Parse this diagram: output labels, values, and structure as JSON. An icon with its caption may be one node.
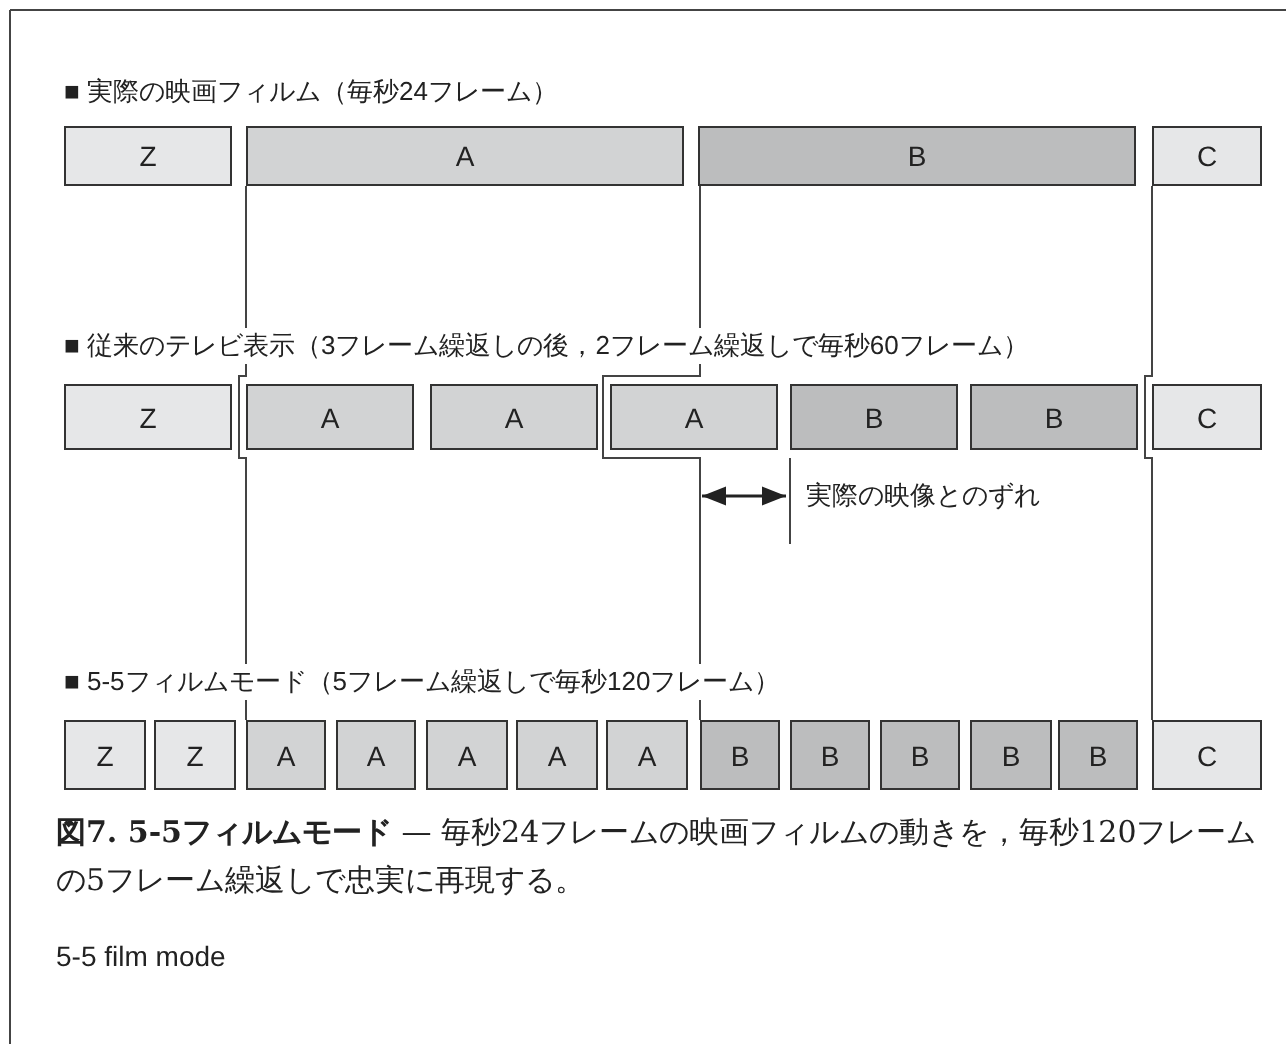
{
  "diagram": {
    "caption": "**図7.  5-5フィルムモード** — 毎秒24フレームの映画フィルムの動きを，毎秒120フレームの5フレーム繰返しで忠実に再現する。",
    "nodes": [
      {
        "text": [
          "Z"
        ]
      },
      {
        "text": [
          "A"
        ]
      },
      {
        "text": [
          "B"
        ]
      },
      {
        "text": [
          "C"
        ]
      },
      {
        "text": [
          "Z"
        ]
      },
      {
        "text": [
          "A"
        ]
      },
      {
        "text": [
          "A"
        ]
      },
      {
        "text": [
          "A"
        ]
      },
      {
        "text": [
          "B"
        ]
      },
      {
        "text": [
          "B"
        ]
      },
      {
        "text": [
          "C"
        ]
      },
      {
        "text": [
          "Z"
        ]
      },
      {
        "text": [
          "Z"
        ]
      },
      {
        "text": [
          "A"
        ]
      },
      {
        "text": [
          "A"
        ]
      },
      {
        "text": [
          "A"
        ]
      },
      {
        "text": [
          "A"
        ]
      },
      {
        "text": [
          "A"
        ]
      },
      {
        "text": [
          "B"
        ]
      },
      {
        "text": [
          "B"
        ]
      },
      {
        "text": [
          "B"
        ]
      },
      {
        "text": [
          "B"
        ]
      },
      {
        "text": [
          "B"
        ]
      },
      {
        "text": [
          "C"
        ]
      }
    ],
    "edges": [
      {
        "from": 1,
        "to": 13,
        "arrow": "none"
      },
      {
        "from": 2,
        "to": 18,
        "arrow": "none"
      },
      {
        "from": 3,
        "to": 23,
        "arrow": "none"
      }
    ],
    "labels": [
      "■ 実際の映画フィルム（毎秒24フレーム）",
      "■ 従来のテレビ表示（3フレーム繰返しの後，2フレーム繰返しで毎秒60フレーム）",
      "実際の映像とのずれ",
      "■ 5-5フィルムモード（5フレーム繰返しで毎秒120フレーム）",
      "5-5 film mode"
    ]
  }
}
